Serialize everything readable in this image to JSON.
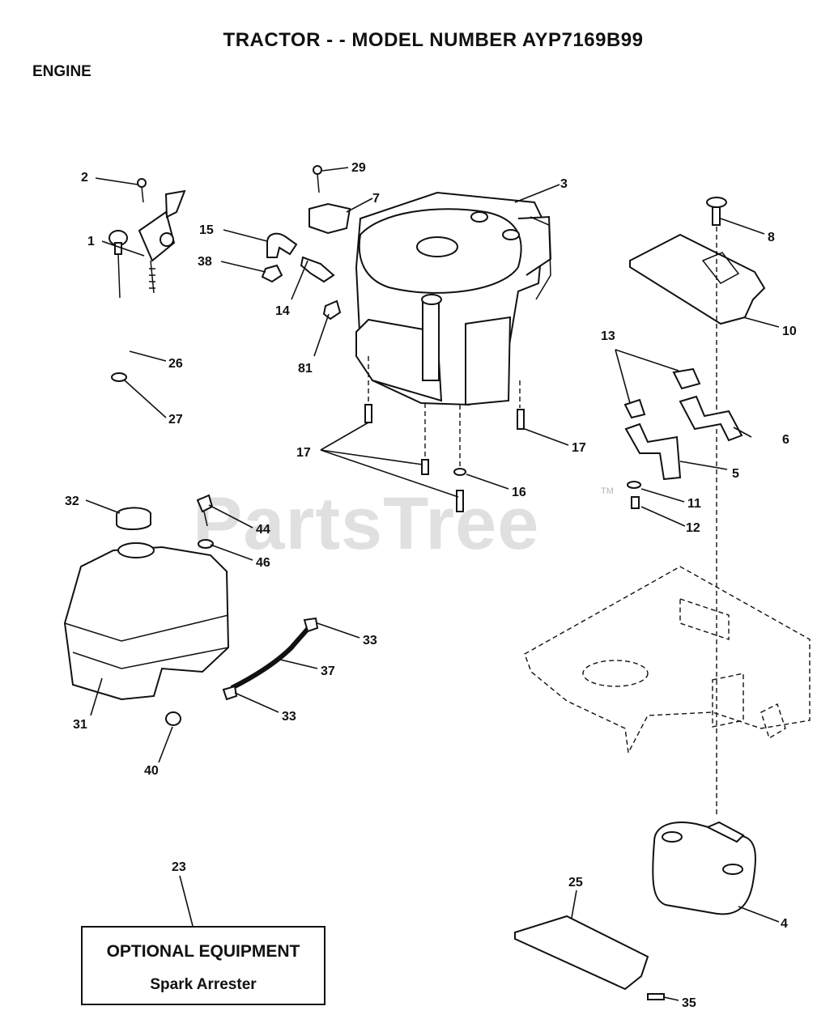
{
  "header": {
    "title": "TRACTOR - - MODEL NUMBER AYP7169B99",
    "section": "ENGINE"
  },
  "watermark": {
    "text": "PartsTree",
    "trademark": "TM"
  },
  "callouts": [
    {
      "id": "c1",
      "label": "1"
    },
    {
      "id": "c2",
      "label": "2"
    },
    {
      "id": "c3",
      "label": "3"
    },
    {
      "id": "c4",
      "label": "4"
    },
    {
      "id": "c5",
      "label": "5"
    },
    {
      "id": "c6",
      "label": "6"
    },
    {
      "id": "c7",
      "label": "7"
    },
    {
      "id": "c8",
      "label": "8"
    },
    {
      "id": "c10",
      "label": "10"
    },
    {
      "id": "c11",
      "label": "11"
    },
    {
      "id": "c12",
      "label": "12"
    },
    {
      "id": "c13",
      "label": "13"
    },
    {
      "id": "c14",
      "label": "14"
    },
    {
      "id": "c15",
      "label": "15"
    },
    {
      "id": "c16",
      "label": "16"
    },
    {
      "id": "c17a",
      "label": "17"
    },
    {
      "id": "c17b",
      "label": "17"
    },
    {
      "id": "c23",
      "label": "23"
    },
    {
      "id": "c25",
      "label": "25"
    },
    {
      "id": "c26",
      "label": "26"
    },
    {
      "id": "c27",
      "label": "27"
    },
    {
      "id": "c29",
      "label": "29"
    },
    {
      "id": "c31",
      "label": "31"
    },
    {
      "id": "c32",
      "label": "32"
    },
    {
      "id": "c33a",
      "label": "33"
    },
    {
      "id": "c33b",
      "label": "33"
    },
    {
      "id": "c35",
      "label": "35"
    },
    {
      "id": "c37",
      "label": "37"
    },
    {
      "id": "c38",
      "label": "38"
    },
    {
      "id": "c40",
      "label": "40"
    },
    {
      "id": "c44",
      "label": "44"
    },
    {
      "id": "c46",
      "label": "46"
    },
    {
      "id": "c81",
      "label": "81"
    }
  ],
  "optional_box": {
    "heading": "OPTIONAL EQUIPMENT",
    "item": "Spark Arrester"
  }
}
